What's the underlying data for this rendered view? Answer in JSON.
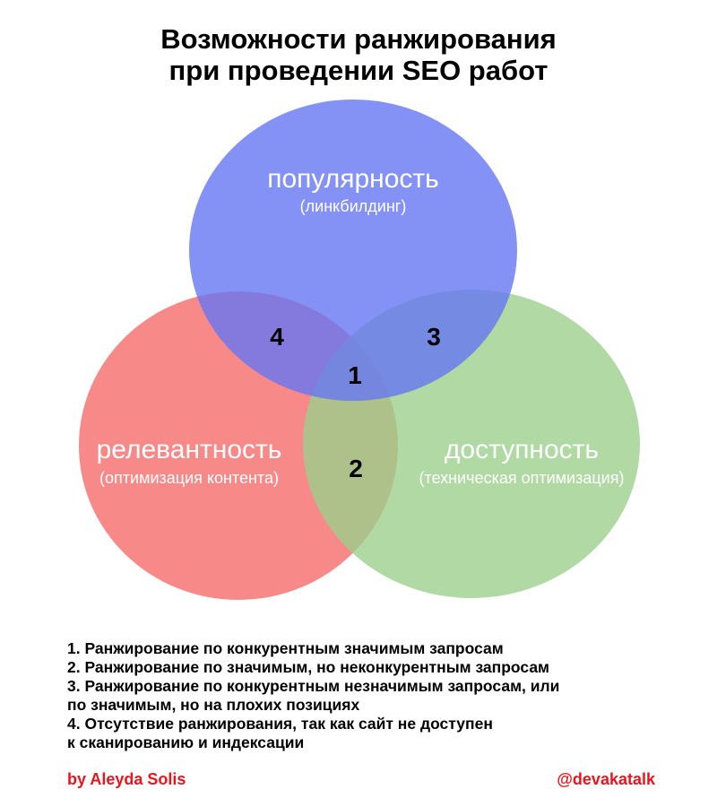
{
  "header": {
    "title_line1": "Возможности ранжирования",
    "title_line2": "при проведении SEO работ"
  },
  "colors": {
    "popularity": "#6677f2",
    "relevance": "#f56c6c",
    "accessibility": "#9cd08c",
    "text_on_circle": "#ffffff",
    "credit": "#e8141e"
  },
  "circles": {
    "popularity": {
      "label": "популярность",
      "sub": "(линкбилдинг)"
    },
    "relevance": {
      "label": "релевантность",
      "sub": "(оптимизация контента)"
    },
    "accessibility": {
      "label": "доступность",
      "sub": "(техническая оптимизация)"
    }
  },
  "regions": {
    "all_three": "1",
    "relevance_accessibility": "2",
    "popularity_accessibility": "3",
    "popularity_relevance": "4"
  },
  "notes": [
    "1. Ранжирование по конкурентным значимым запросам",
    "2. Ранжирование по значимым, но неконкурентным запросам",
    "3. Ранжирование по конкурентным незначимым запросам, или\nпо значимым, но на плохих позициях",
    "4. Отсутствие ранжирования, так как сайт не доступен\nк сканированию и индексации"
  ],
  "credits": {
    "author": "by Aleyda Solis",
    "handle": "@devakatalk"
  }
}
